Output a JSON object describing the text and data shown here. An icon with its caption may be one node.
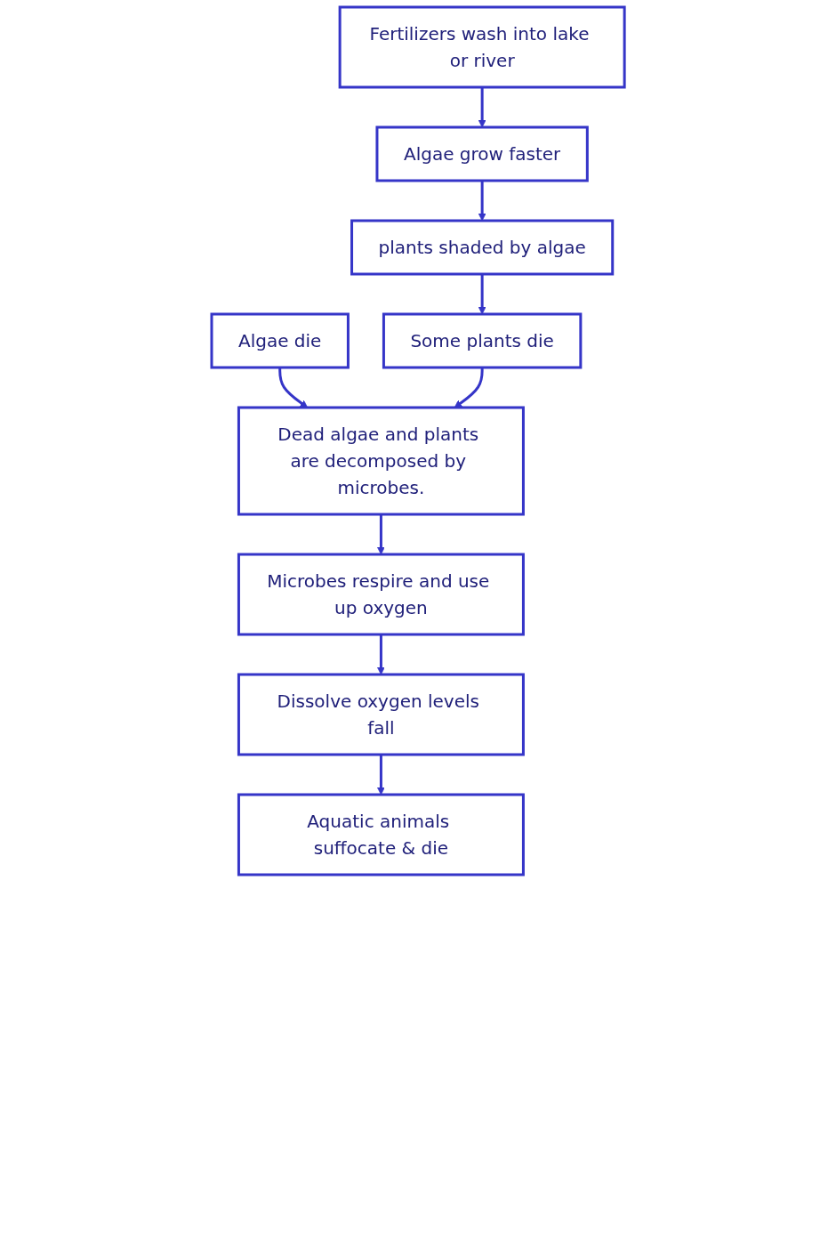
{
  "diagram": {
    "nodes": [
      {
        "text": [
          "Fertilizers wash into lake or river"
        ]
      },
      {
        "text": [
          "Algae grow faster"
        ]
      },
      {
        "text": [
          "plants shaded by algae"
        ]
      },
      {
        "text": [
          "Algae die"
        ]
      },
      {
        "text": [
          "Some plants die"
        ]
      },
      {
        "text": [
          "Dead algae and plants are decomposed by microbes."
        ]
      },
      {
        "text": [
          "Microbes respire and use up oxygen"
        ]
      },
      {
        "text": [
          "Dissolve oxygen levels fall"
        ]
      },
      {
        "text": [
          "Aquatic animals suffocate & die"
        ]
      }
    ],
    "edges": [
      {
        "from": 0,
        "to": 1,
        "arrow": "to"
      },
      {
        "from": 1,
        "to": 2,
        "arrow": "to"
      },
      {
        "from": 2,
        "to": 4,
        "arrow": "to"
      },
      {
        "from": 3,
        "to": 5,
        "arrow": "to"
      },
      {
        "from": 4,
        "to": 5,
        "arrow": "to"
      },
      {
        "from": 5,
        "to": 6,
        "arrow": "to"
      },
      {
        "from": 6,
        "to": 7,
        "arrow": "to"
      },
      {
        "from": 7,
        "to": 8,
        "arrow": "to"
      }
    ]
  }
}
